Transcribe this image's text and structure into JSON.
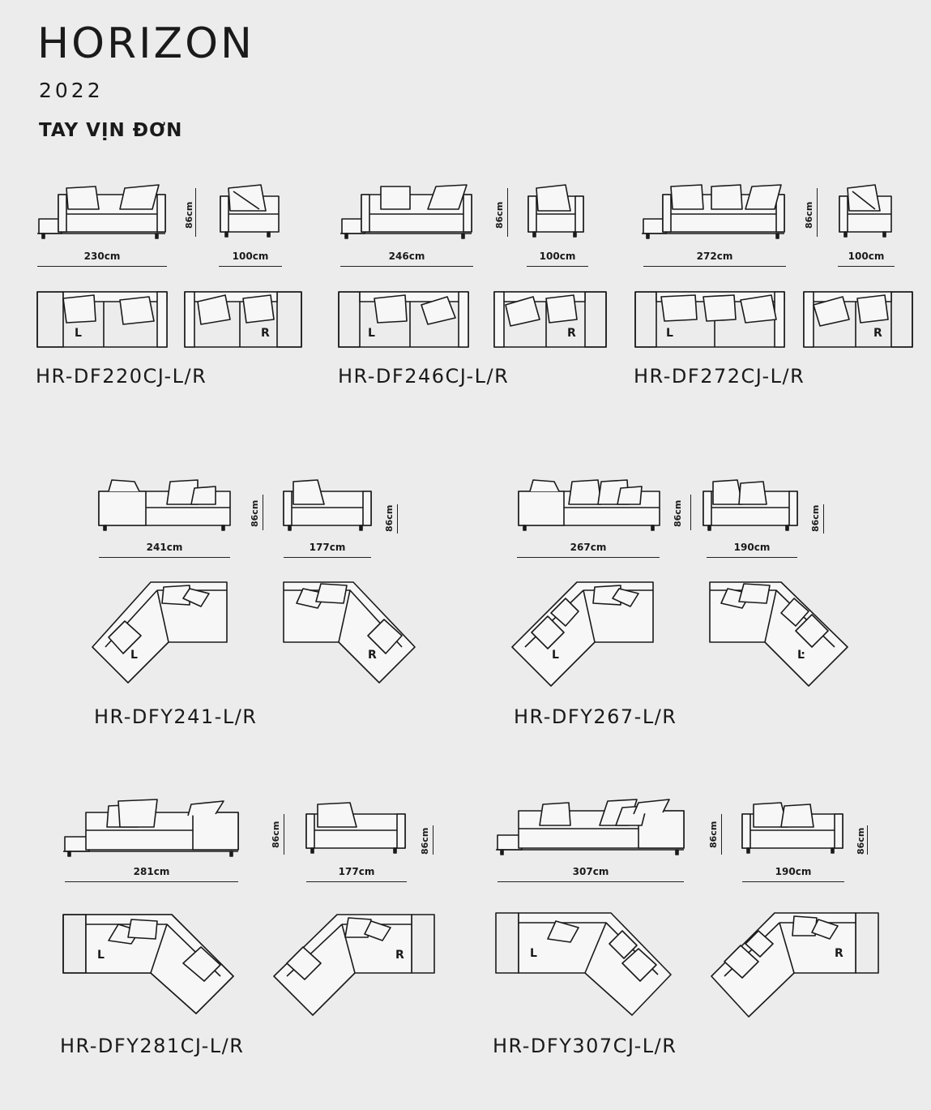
{
  "header": {
    "brand": "HORIZON",
    "year": "2022",
    "category": "TAY VỊN ĐƠN"
  },
  "units": {
    "height": "86cm"
  },
  "straight_models": [
    {
      "code": "HR-DF220CJ-L/R",
      "main_width": "230cm",
      "side_width": "100cm",
      "left_tag": "L",
      "right_tag": "R"
    },
    {
      "code": "HR-DF246CJ-L/R",
      "main_width": "246cm",
      "side_width": "100cm",
      "left_tag": "L",
      "right_tag": "R"
    },
    {
      "code": "HR-DF272CJ-L/R",
      "main_width": "272cm",
      "side_width": "100cm",
      "left_tag": "L",
      "right_tag": "R"
    }
  ],
  "corner_models": [
    {
      "code": "HR-DFY241-L/R",
      "main_width": "241cm",
      "side_width": "177cm",
      "left_tag": "L",
      "right_tag": "R"
    },
    {
      "code": "HR-DFY267-L/R",
      "main_width": "267cm",
      "side_width": "190cm",
      "left_tag": "L",
      "right_tag": "Ŀ"
    },
    {
      "code": "HR-DFY281CJ-L/R",
      "main_width": "281cm",
      "side_width": "177cm",
      "left_tag": "L",
      "right_tag": "R"
    },
    {
      "code": "HR-DFY307CJ-L/R",
      "main_width": "307cm",
      "side_width": "190cm",
      "left_tag": "L",
      "right_tag": "R"
    }
  ]
}
